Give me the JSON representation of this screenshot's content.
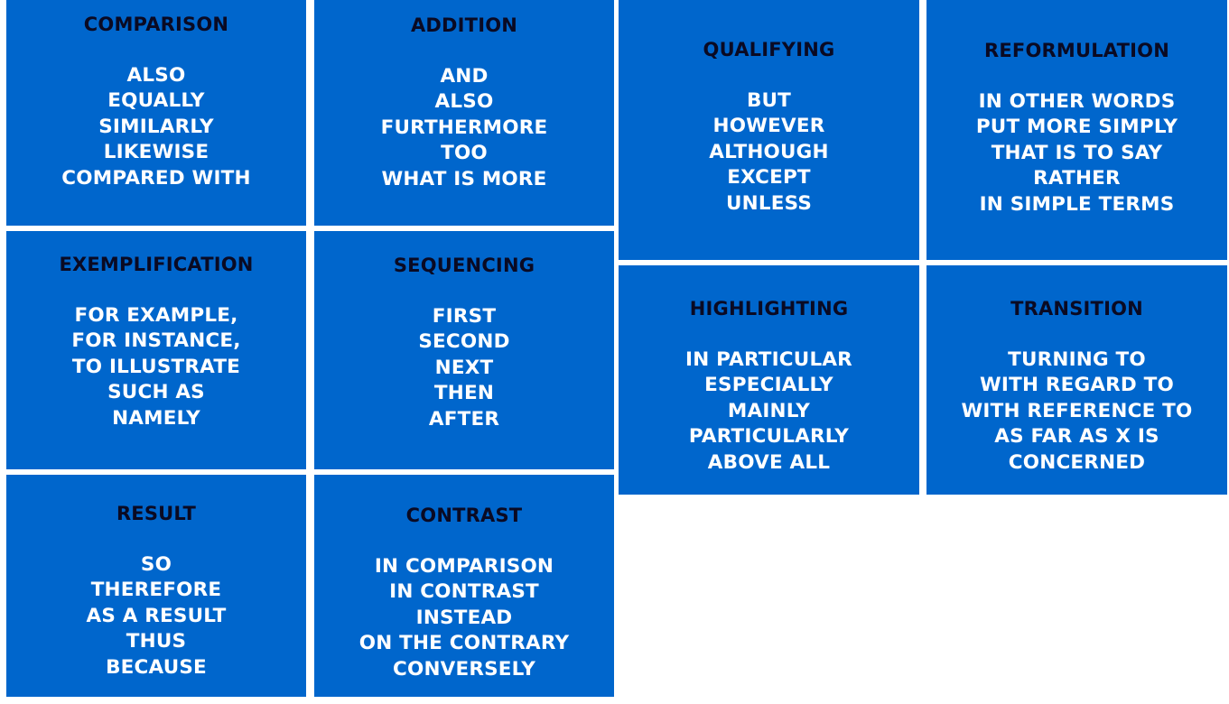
{
  "cards": [
    {
      "title": "COMPARISON",
      "words": [
        "ALSO",
        "EQUALLY",
        "SIMILARLY",
        "LIKEWISE",
        "COMPARED WITH"
      ]
    },
    {
      "title": "ADDITION",
      "words": [
        "AND",
        "ALSO",
        "FURTHERMORE",
        "TOO",
        "WHAT IS MORE"
      ]
    },
    {
      "title": "QUALIFYING",
      "words": [
        "BUT",
        "HOWEVER",
        "ALTHOUGH",
        "EXCEPT",
        "UNLESS"
      ]
    },
    {
      "title": "REFORMULATION",
      "words": [
        "IN OTHER WORDS",
        "PUT MORE SIMPLY",
        "THAT IS TO SAY",
        "RATHER",
        "IN SIMPLE TERMS"
      ]
    },
    {
      "title": "EXEMPLIFICATION",
      "words": [
        "FOR EXAMPLE,",
        "FOR INSTANCE,",
        "TO ILLUSTRATE",
        "SUCH AS",
        "NAMELY"
      ]
    },
    {
      "title": "SEQUENCING",
      "words": [
        "FIRST",
        "SECOND",
        "NEXT",
        "THEN",
        "AFTER"
      ]
    },
    {
      "title": "HIGHLIGHTING",
      "words": [
        "IN PARTICULAR",
        "ESPECIALLY",
        "MAINLY",
        "PARTICULARLY",
        "ABOVE ALL"
      ]
    },
    {
      "title": "TRANSITION",
      "words": [
        "TURNING TO",
        "WITH REGARD TO",
        "WITH REFERENCE TO",
        "AS FAR AS X IS",
        "CONCERNED"
      ]
    },
    {
      "title": "RESULT",
      "words": [
        "SO",
        "THEREFORE",
        "AS A RESULT",
        "THUS",
        "BECAUSE"
      ]
    },
    {
      "title": "CONTRAST",
      "words": [
        "IN COMPARISON",
        "IN CONTRAST",
        "INSTEAD",
        "ON THE CONTRARY",
        "CONVERSELY"
      ]
    }
  ],
  "colors": {
    "card_bg": "#0066cc",
    "title": "#0a0a23",
    "words": "#ffffff",
    "divider": "#ffffff"
  }
}
